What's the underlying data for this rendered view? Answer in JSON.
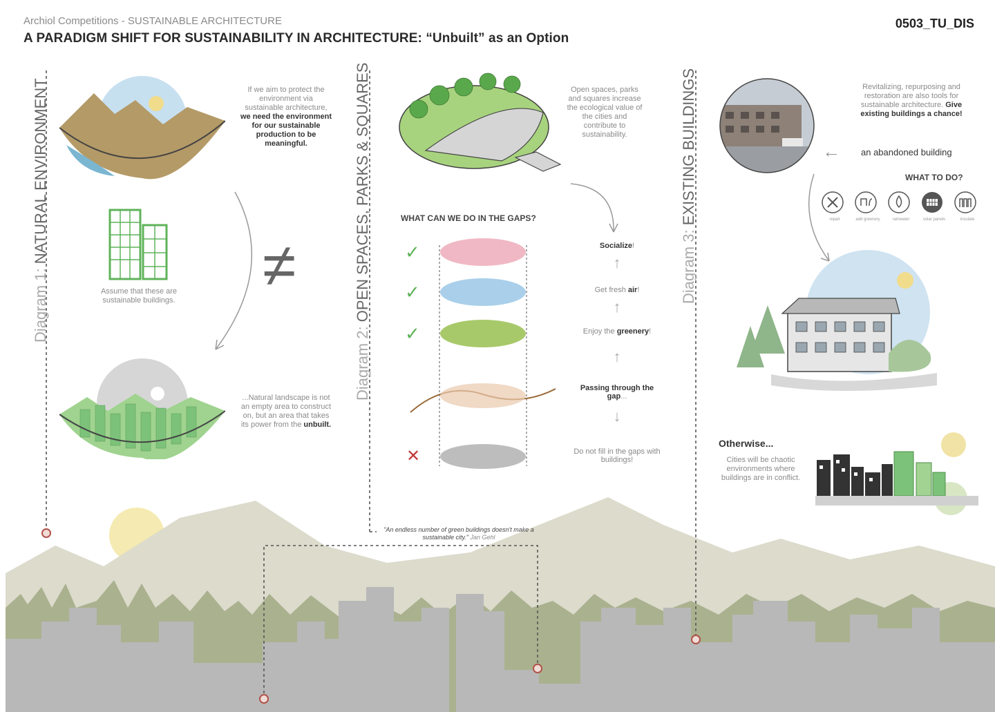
{
  "header": {
    "subtitle": "Archiol Competitions - SUSTAINABLE ARCHITECTURE",
    "title": "A PARADIGM SHIFT FOR SUSTAINABILITY IN ARCHITECTURE: “Unbuilt” as an Option",
    "code": "0503_TU_DIS"
  },
  "diagram1": {
    "prefix": "Diagram 1:",
    "name": "NATURAL ENVIRONMENT",
    "text1_a": "If we aim to protect the environment via sustainable architecture,",
    "text1_b": "we need the environment for our sustainable production to be meaningful.",
    "buildings_caption": "Assume that these are sustainable buildings.",
    "not_equal": "≠",
    "text2_a": "...Natural landscape is not an empty area to construct on, but an area that takes its power from the",
    "text2_b": "unbuilt."
  },
  "diagram2": {
    "prefix": "Diagram 2:",
    "name": "OPEN SPACES, PARKS & SQUARES",
    "intro": "Open spaces, parks and squares increase the ecological value of the cities and contribute to sustainability.",
    "question": "WHAT CAN WE DO IN THE GAPS?",
    "check": "✓",
    "cross": "✕",
    "steps": [
      {
        "bold": "Socialize",
        "rest": "!"
      },
      {
        "pre": "Get fresh ",
        "bold": "air",
        "rest": "!"
      },
      {
        "pre": "Enjoy the ",
        "bold": "greenery",
        "rest": "!"
      },
      {
        "bold": "Passing through the gap",
        "rest": "..."
      },
      {
        "pre": "Do not fill in the gaps with buildings!"
      }
    ],
    "up_arrow": "↑",
    "down_arrow": "↓",
    "quote": "\"An endless number of green buildings doesn't make a sustainable city.\"",
    "quote_author": "Jan Gehl"
  },
  "diagram3": {
    "prefix": "Diagram 3:",
    "name": "EXISTING BUILDINGS",
    "text_a": "Revitalizing, repurposing and restoration are also tools for sustainable architecture.",
    "text_b": "Give existing buildings a chance!",
    "abandoned": "an abandoned building",
    "left_arrow": "←",
    "what_to_do": "WHAT TO DO?",
    "icons": [
      {
        "icon": "repair-icon",
        "caption": "repair"
      },
      {
        "icon": "add-greenery-icon",
        "caption": "add greenery"
      },
      {
        "icon": "rainwater-icon",
        "caption": "rainwater"
      },
      {
        "icon": "solar-panels-icon",
        "caption": "solar panels"
      },
      {
        "icon": "insulate-icon",
        "caption": "insulate"
      }
    ],
    "otherwise": "Otherwise...",
    "otherwise_text": "Cities will be chaotic environments where buildings are in conflict."
  },
  "colors": {
    "green": "#5fb35a",
    "sky": "#bcd9ee",
    "sun": "#f3e6a3",
    "mountain": "#d9d8c9",
    "tree": "#a9b28c",
    "city": "#b5b5b5",
    "marker": "#b0524a"
  }
}
